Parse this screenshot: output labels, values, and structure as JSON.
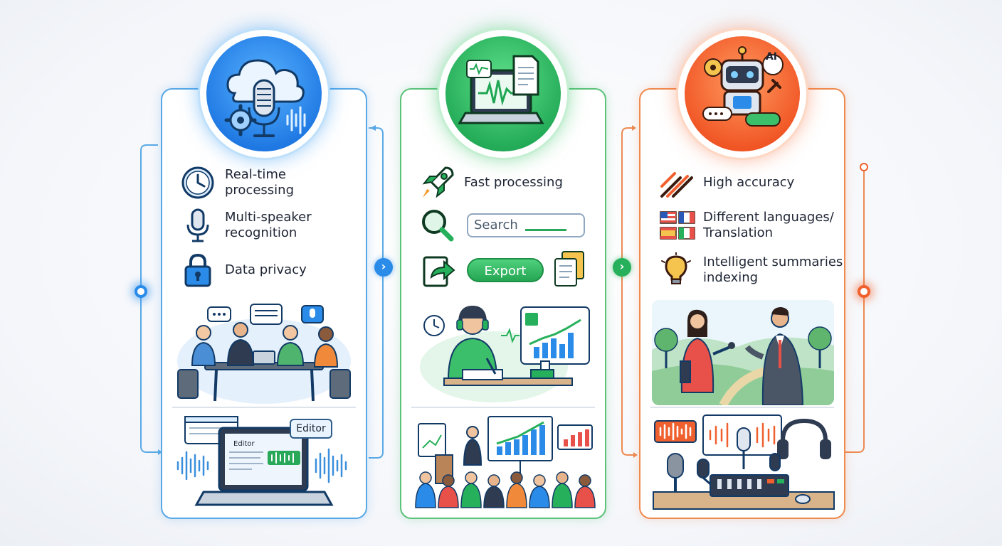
{
  "colors": {
    "blue": "#2a8be8",
    "green": "#27b05b",
    "orange": "#f0602e"
  },
  "columns": [
    {
      "badge_icon": "cloud-microphone-gear-icon",
      "features": [
        {
          "icon": "clock-icon",
          "label": "Real-time\nprocessing"
        },
        {
          "icon": "microphone-icon",
          "label": "Multi-speaker\nrecognition"
        },
        {
          "icon": "padlock-icon",
          "label": "Data privacy"
        }
      ],
      "scene_top": "team-meeting-illustration",
      "scene_bottom": "laptop-editor-illustration",
      "editor_tag": "Editor",
      "editor_inner": "Editor"
    },
    {
      "badge_icon": "laptop-waveform-document-icon",
      "features": [
        {
          "icon": "rocket-icon",
          "label": "Fast processing"
        },
        {
          "icon": "magnifier-icon",
          "label": ""
        },
        {
          "icon": "export-arrow-icon",
          "label": ""
        }
      ],
      "search_placeholder": "Search",
      "export_label": "Export",
      "scene_top": "person-with-headphones-illustration",
      "scene_bottom": "presentation-audience-illustration"
    },
    {
      "badge_icon": "ai-robot-icon",
      "badge_text": "AI",
      "features": [
        {
          "icon": "accuracy-slashes-icon",
          "label": "High accuracy"
        },
        {
          "icon": "flags-icon",
          "label": "Different languages/\nTranslation"
        },
        {
          "icon": "lightbulb-icon",
          "label": "Intelligent summaries\nindexing"
        }
      ],
      "scene_top": "interview-outdoor-illustration",
      "scene_bottom": "podcast-studio-illustration"
    }
  ],
  "arrows": [
    "chevron-right-icon",
    "chevron-right-icon"
  ]
}
